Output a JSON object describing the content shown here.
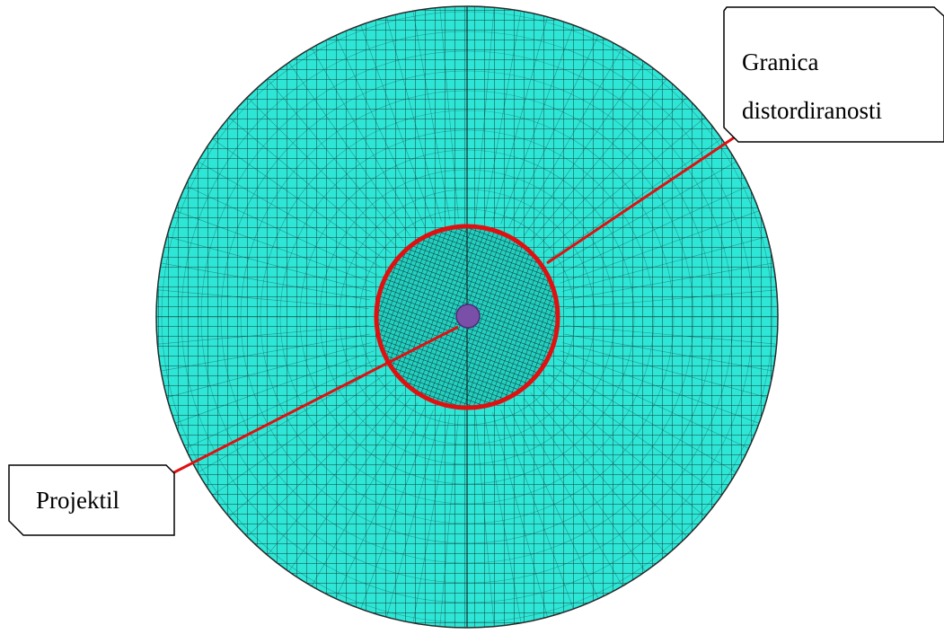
{
  "callouts": {
    "boundary": {
      "line1": "Granica",
      "line2": "distordiranosti"
    },
    "projectile": {
      "label": "Projektil"
    }
  },
  "colors": {
    "mesh_fill": "#2ee6d6",
    "mesh_line": "#143d3a",
    "mesh_outline": "#2a2a2a",
    "boundary_ring": "#e01010",
    "leader_line": "#e01010",
    "projectile_fill": "#7a4fa8",
    "callout_border": "#000000",
    "callout_fill": "#ffffff"
  }
}
